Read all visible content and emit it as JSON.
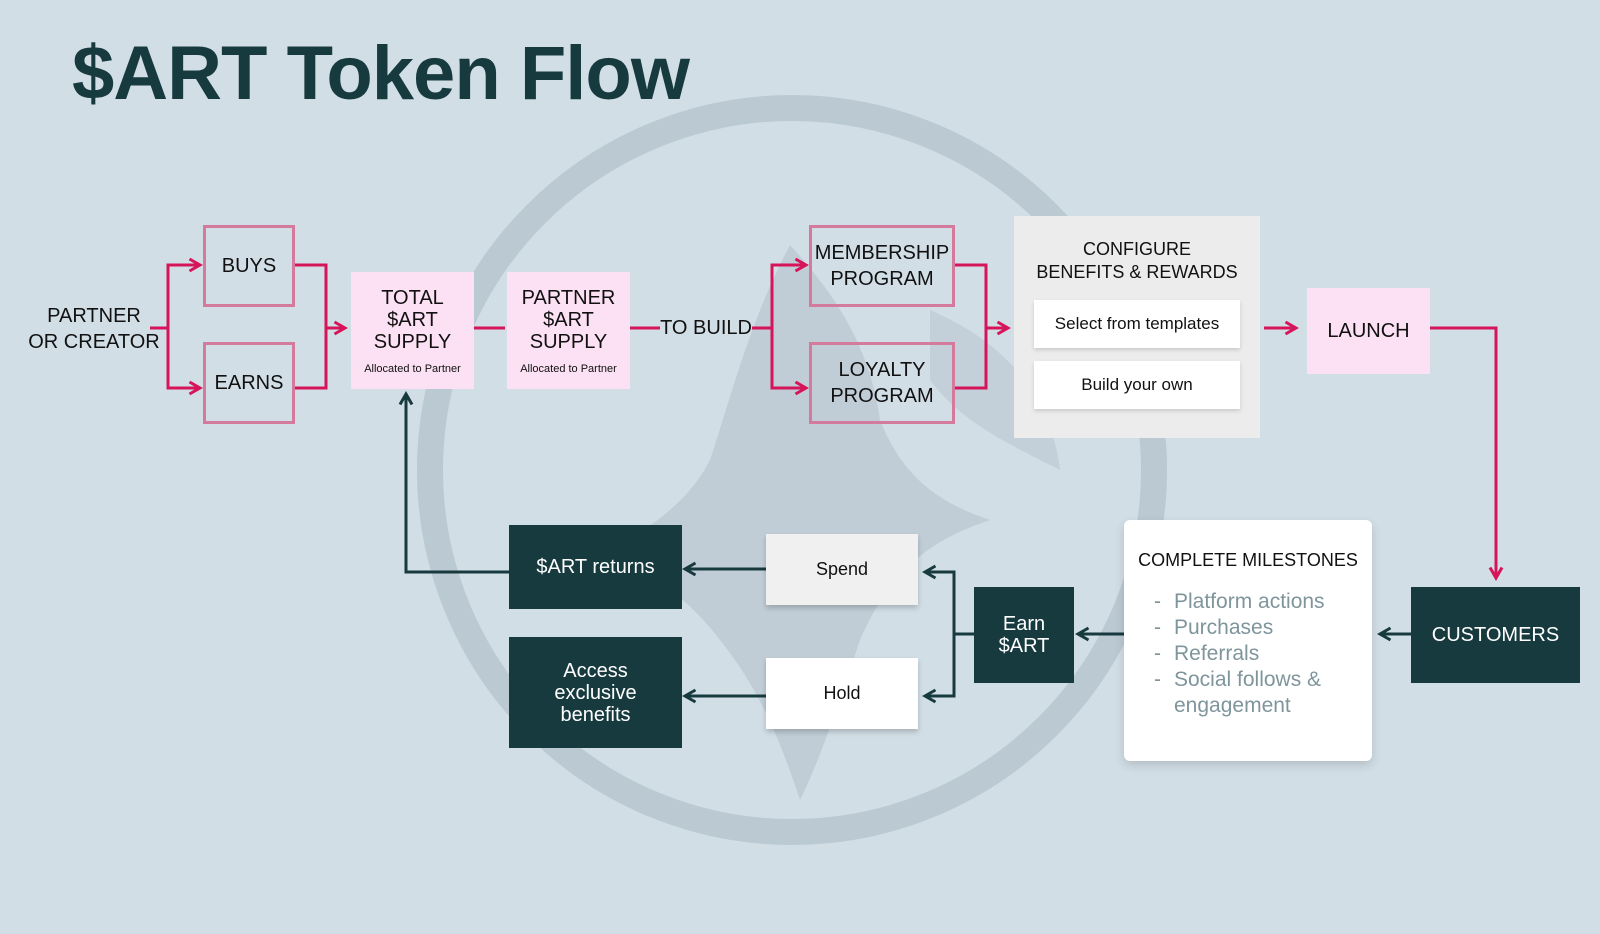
{
  "title": "$ART Token Flow",
  "nodes": {
    "partner": "PARTNER\nOR CREATOR",
    "buys": "BUYS",
    "earns": "EARNS",
    "total_supply": {
      "label": "TOTAL\n$ART\nSUPPLY",
      "sub": "Allocated to Partner"
    },
    "partner_supply": {
      "label": "PARTNER\n$ART\nSUPPLY",
      "sub": "Allocated to Partner"
    },
    "to_build": "TO BUILD",
    "membership": "MEMBERSHIP\nPROGRAM",
    "loyalty": "LOYALTY\nPROGRAM",
    "configure": {
      "title": "CONFIGURE\nBENEFITS & REWARDS",
      "options": [
        "Select from templates",
        "Build your own"
      ]
    },
    "launch": "LAUNCH",
    "customers": "CUSTOMERS",
    "milestones": {
      "title": "COMPLETE MILESTONES",
      "items": [
        "Platform actions",
        "Purchases",
        "Referrals",
        "Social follows & engagement"
      ]
    },
    "earn": "Earn\n$ART",
    "spend": "Spend",
    "hold": "Hold",
    "returns": "$ART returns",
    "access": "Access\nexclusive\nbenefits"
  },
  "colors": {
    "background": "#d2dee6",
    "accent": "#d5145a",
    "dark": "#173a3f",
    "pink_fill": "#fbe1f3",
    "outline_pink": "#d47a9c",
    "muted_text": "#7f959c"
  }
}
